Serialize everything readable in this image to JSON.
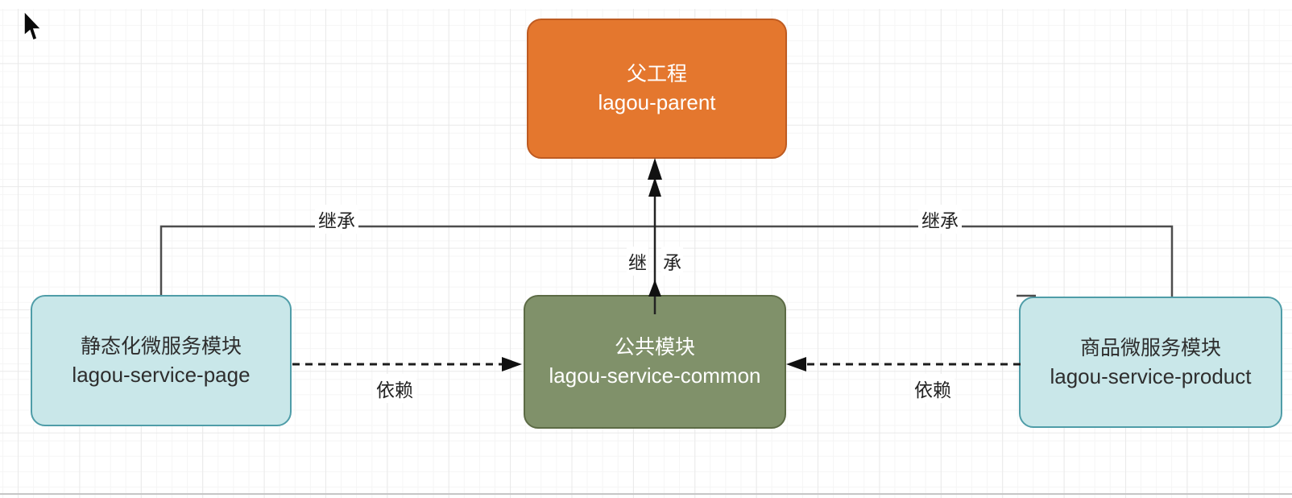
{
  "diagram": {
    "nodes": {
      "parent": {
        "title": "父工程",
        "subtitle": "lagou-parent",
        "fill": "#e4772e",
        "border": "#be5b21",
        "text_color": "#ffffff"
      },
      "common": {
        "title": "公共模块",
        "subtitle": "lagou-service-common",
        "fill": "#80916a",
        "border": "#5c6b45",
        "text_color": "#ffffff"
      },
      "page": {
        "title": "静态化微服务模块",
        "subtitle": "lagou-service-page",
        "fill": "#c9e7e9",
        "border": "#4f9da8",
        "text_color": "#2e2e2e"
      },
      "product": {
        "title": "商品微服务模块",
        "subtitle": "lagou-service-product",
        "fill": "#c9e7e9",
        "border": "#4f9da8",
        "text_color": "#2e2e2e"
      }
    },
    "edges": {
      "inherit_left_label": "继承",
      "inherit_right_label": "继承",
      "inherit_center_char_1": "继",
      "inherit_center_char_2": "承",
      "depend_left_label": "依赖",
      "depend_right_label": "依赖",
      "solid_line_color": "#4d4d4d",
      "dashed_line_color": "#1c1c1c"
    },
    "canvas": {
      "grid_minor_color": "#f5f5f5",
      "grid_major_color": "#e9e9e9",
      "background": "#ffffff"
    }
  }
}
